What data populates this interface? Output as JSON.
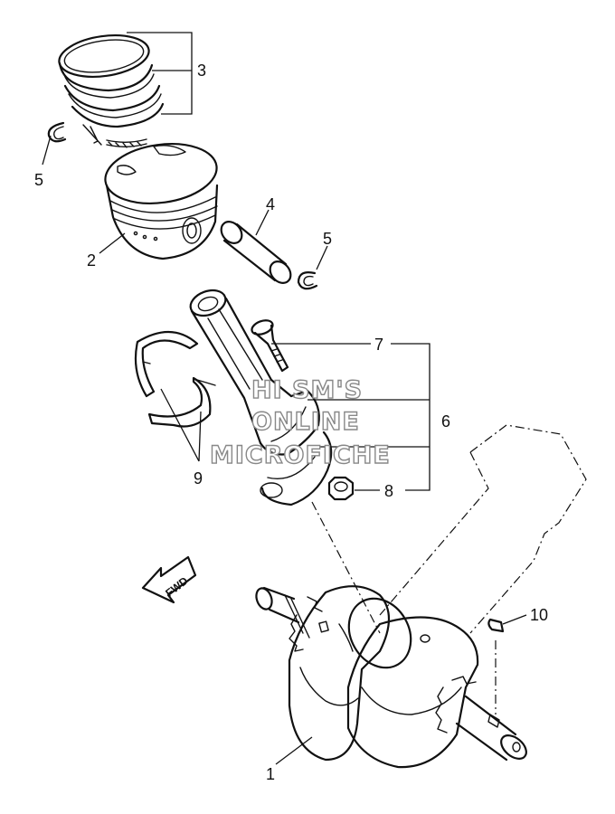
{
  "callouts": {
    "c1": "1",
    "c2": "2",
    "c3": "3",
    "c4": "4",
    "c5a": "5",
    "c5b": "5",
    "c6": "6",
    "c7": "7",
    "c8": "8",
    "c9": "9",
    "c10": "10"
  },
  "direction_arrow": {
    "label": "FWD"
  },
  "watermark": {
    "line1": "HI SM'S",
    "line2": "ONLINE",
    "line3": "MICROFICHE"
  }
}
